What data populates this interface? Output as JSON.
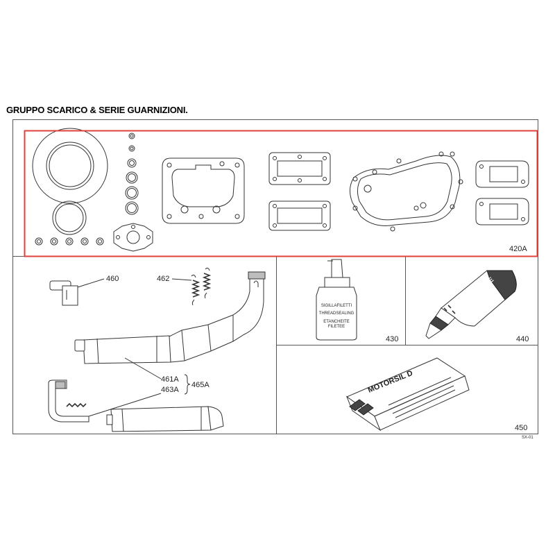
{
  "title": "GRUPPO SCARICO & SERIE GUARNIZIONI.",
  "highlight_color": "#e0413a",
  "panels": {
    "gaskets": {
      "ref": "420A"
    },
    "exhaust": {
      "labels": {
        "clamp": "460",
        "springs": "462",
        "silencer_a": "461A",
        "silencer_b": "463A",
        "group": "465A"
      }
    },
    "threadsealing": {
      "ref": "430",
      "bottle_lines": [
        "SIGILLAFILETTI",
        "THREADSEALING",
        "ETANCHEITE",
        "FILETEE"
      ]
    },
    "tube": {
      "ref": "440",
      "brand": "IAME"
    },
    "motorsil": {
      "ref": "450",
      "brand": "MOTORSIL D"
    }
  },
  "drawing_code": "SX-01"
}
